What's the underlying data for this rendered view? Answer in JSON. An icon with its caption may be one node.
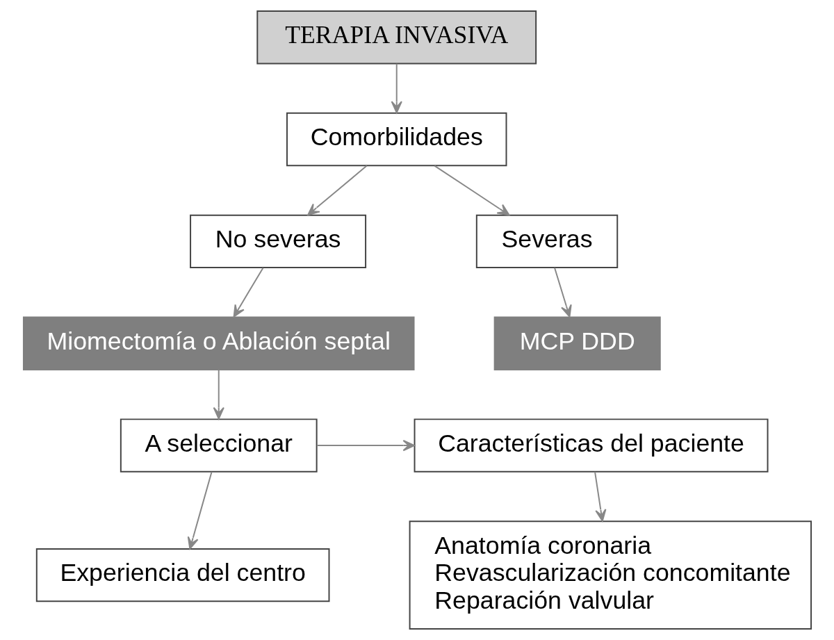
{
  "diagram": {
    "nodes": [
      {
        "text": [
          "TERAPIA INVASIVA"
        ]
      },
      {
        "text": [
          "Comorbilidades"
        ]
      },
      {
        "text": [
          "No severas"
        ]
      },
      {
        "text": [
          "Severas"
        ]
      },
      {
        "text": [
          "Miomectomía o Ablación septal"
        ]
      },
      {
        "text": [
          "MCP DDD"
        ]
      },
      {
        "text": [
          "A seleccionar"
        ]
      },
      {
        "text": [
          "Características del paciente"
        ]
      },
      {
        "text": [
          "Experiencia del centro"
        ]
      },
      {
        "text": [
          "Anatomía coronaria",
          "Revascularización concomitante",
          "Reparación valvular"
        ]
      }
    ],
    "edges": [
      {
        "from": 0,
        "to": 1,
        "arrow": "to"
      },
      {
        "from": 1,
        "to": 2,
        "arrow": "to"
      },
      {
        "from": 1,
        "to": 3,
        "arrow": "to"
      },
      {
        "from": 2,
        "to": 4,
        "arrow": "to"
      },
      {
        "from": 3,
        "to": 5,
        "arrow": "to"
      },
      {
        "from": 4,
        "to": 6,
        "arrow": "to"
      },
      {
        "from": 6,
        "to": 7,
        "arrow": "to"
      },
      {
        "from": 6,
        "to": 8,
        "arrow": "to"
      },
      {
        "from": 7,
        "to": 9,
        "arrow": "to"
      }
    ]
  }
}
